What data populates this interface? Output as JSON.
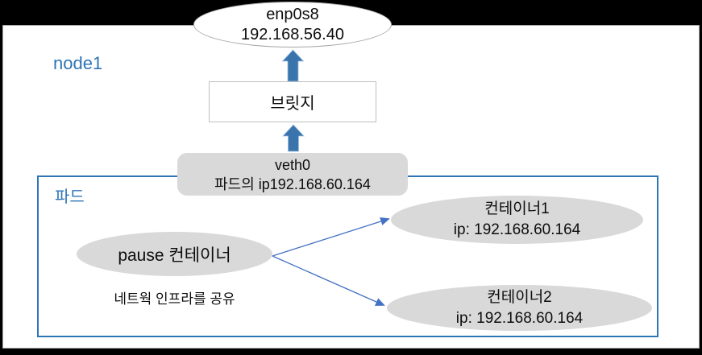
{
  "colors": {
    "accent_blue": "#2E74B5",
    "pod_border": "#2E75B6",
    "arrow_blue": "#3A74AD",
    "arrow_edge": "#9FC0E0",
    "connector_blue": "#4472C4",
    "shape_gray": "#D9D9D9",
    "ellipse_border_gray": "#A6A6A6",
    "box_border_gray": "#BFBFBF",
    "frame_black": "#000000",
    "text_black": "#0D0D0D"
  },
  "diagram": {
    "node_label": "node1",
    "nic": {
      "line1": "enp0s8",
      "line2": "192.168.56.40"
    },
    "bridge": {
      "label": "브릿지"
    },
    "veth": {
      "line1": "veth0",
      "line2": "파드의 ip192.168.60.164"
    },
    "pod": {
      "label": "파드"
    },
    "pause": {
      "label": "pause 컨테이너"
    },
    "share_note": "네트웍 인프라를 공유",
    "container1": {
      "line1": "컨테이너1",
      "line2": "ip: 192.168.60.164"
    },
    "container2": {
      "line1": "컨테이너2",
      "line2": "ip: 192.168.60.164"
    }
  }
}
